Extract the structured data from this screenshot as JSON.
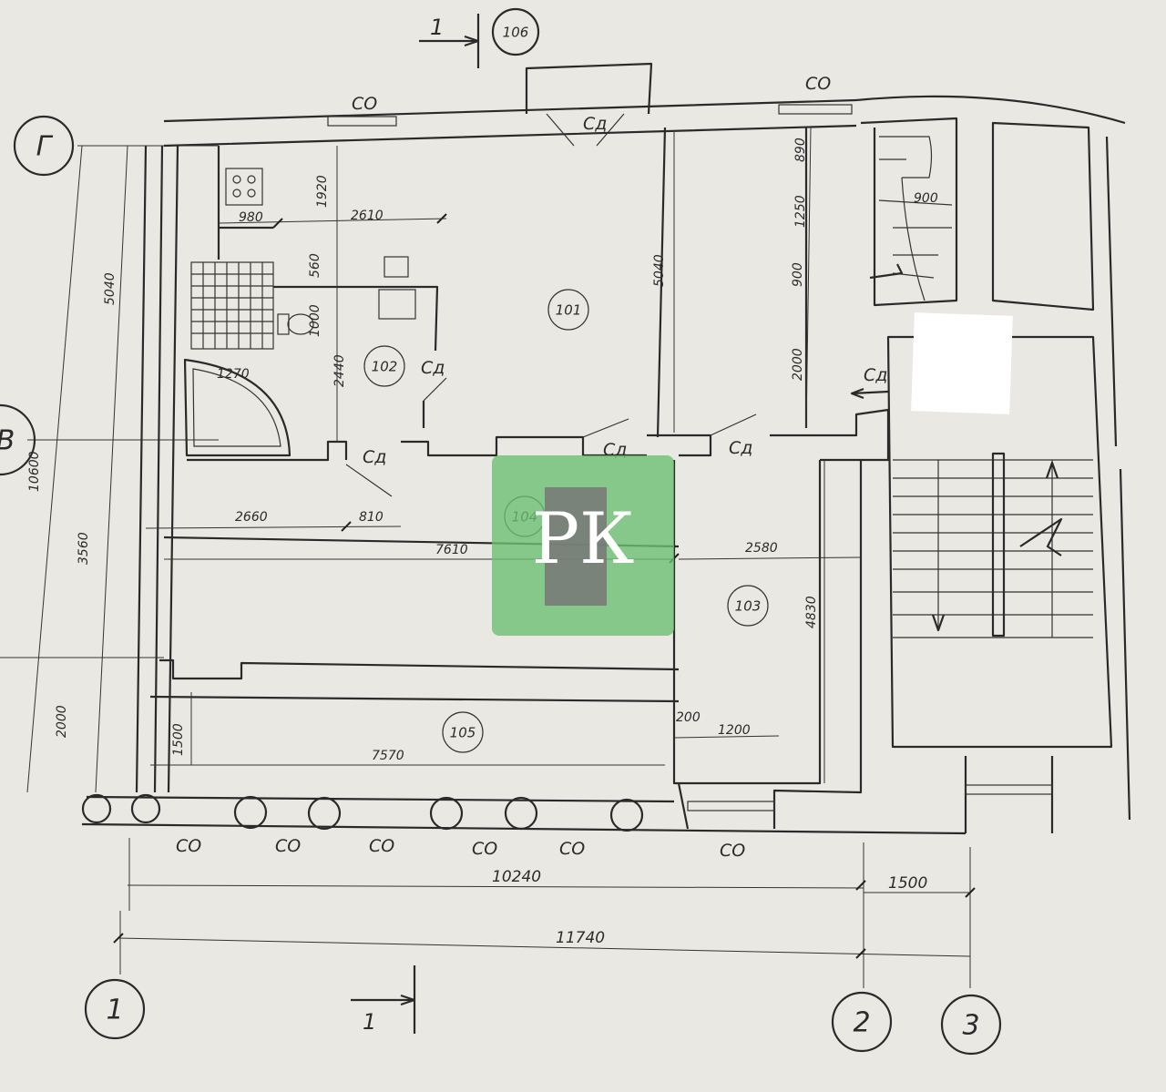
{
  "axes": {
    "g": "Г",
    "v": "В",
    "one": "1",
    "two": "2",
    "three": "3"
  },
  "section_marks": {
    "top": "1",
    "bottom": "1"
  },
  "rooms": {
    "r101": "101",
    "r102": "102",
    "r103": "103",
    "r104": "104",
    "r105": "105",
    "r106": "106"
  },
  "dims": {
    "d980": "980",
    "d1920": "1920",
    "d2610": "2610",
    "d560": "560",
    "d1000": "1000",
    "d2440": "2440",
    "d1270": "1270",
    "d5040a": "5040",
    "d5040b": "5040",
    "d890": "890",
    "d1250": "1250",
    "d900a": "900",
    "d900b": "900",
    "d2000a": "2000",
    "d10600": "10600",
    "d3560": "3560",
    "d2000b": "2000",
    "d2660": "2660",
    "d810": "810",
    "d7610": "7610",
    "d2580": "2580",
    "d4830": "4830",
    "d1500a": "1500",
    "d7570": "7570",
    "d200": "200",
    "d1200": "1200",
    "d10240": "10240",
    "d1500b": "1500",
    "d11740": "11740"
  },
  "openings": {
    "window": "СО",
    "door": "Сд"
  },
  "watermark": "РК",
  "colors": {
    "paper": "#e9e8e3",
    "ink": "#2a2a2a",
    "watermark_green": "#6cbf73",
    "watermark_grey": "#777777"
  }
}
